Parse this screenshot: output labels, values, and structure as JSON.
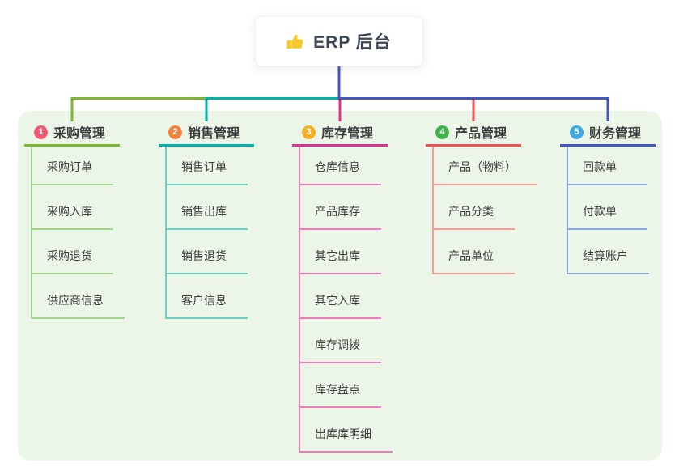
{
  "root": {
    "title": "ERP 后台",
    "icon": "thumbs-up-icon"
  },
  "branches": [
    {
      "badge": "1",
      "label": "采购管理",
      "badge_color": "#ef5b70",
      "line_color": "#7cb832",
      "sub_line_color": "#a6d48e",
      "items": [
        "采购订单",
        "采购入库",
        "采购退货",
        "供应商信息"
      ]
    },
    {
      "badge": "2",
      "label": "销售管理",
      "badge_color": "#f5823b",
      "line_color": "#00b3a4",
      "sub_line_color": "#6ecfc4",
      "items": [
        "销售订单",
        "销售出库",
        "销售退货",
        "客户信息"
      ]
    },
    {
      "badge": "3",
      "label": "库存管理",
      "badge_color": "#f5af25",
      "line_color": "#e0318f",
      "sub_line_color": "#ee7cba",
      "items": [
        "仓库信息",
        "产品库存",
        "其它出库",
        "其它入库",
        "库存调拨",
        "库存盘点",
        "出库库明细"
      ]
    },
    {
      "badge": "4",
      "label": "产品管理",
      "badge_color": "#3fb44d",
      "line_color": "#f25050",
      "sub_line_color": "#f49d99",
      "items": [
        "产品（物料）",
        "产品分类",
        "产品单位"
      ]
    },
    {
      "badge": "5",
      "label": "财务管理",
      "badge_color": "#3ea9e2",
      "line_color": "#4457c0",
      "sub_line_color": "#91a6e0",
      "items": [
        "回款单",
        "付款单",
        "结算账户"
      ]
    }
  ],
  "colors": {
    "panel_bg": "#ebf6e9",
    "canvas_bg": "#ffffff",
    "root_stem": "#4457c0"
  }
}
